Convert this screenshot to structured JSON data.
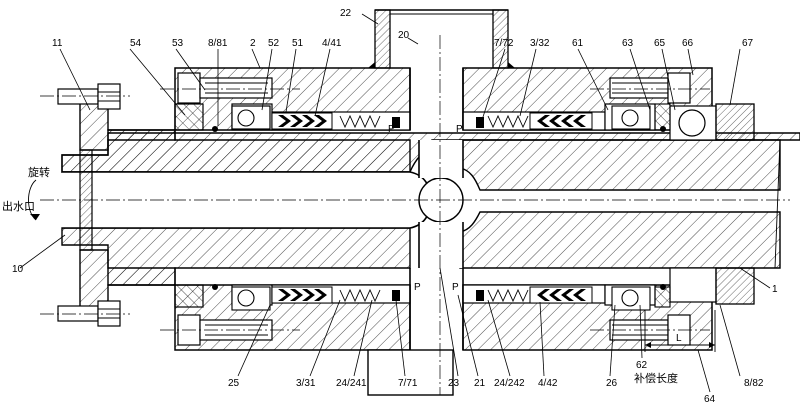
{
  "labels": {
    "n22": "22",
    "n20": "20",
    "n11": "11",
    "n54": "54",
    "n53": "53",
    "n8_81": "8/81",
    "n2": "2",
    "n52": "52",
    "n51": "51",
    "n4_41": "4/41",
    "n7_72": "7/72",
    "n3_32": "3/32",
    "n61": "61",
    "n63": "63",
    "n65": "65",
    "n66": "66",
    "n67": "67",
    "n10": "10",
    "n1": "1",
    "n25": "25",
    "n3_31": "3/31",
    "n24_241": "24/241",
    "n7_71": "7/71",
    "n23": "23",
    "n21": "21",
    "n24_242": "24/242",
    "n4_42": "4/42",
    "n26": "26",
    "n62": "62",
    "n64": "64",
    "n8_82": "8/82",
    "dim_L": "L",
    "p1": "P",
    "p2": "P",
    "p3": "P",
    "p4": "P"
  },
  "text": {
    "rotate": "旋转",
    "outlet": "出水口",
    "compensation": "补偿长度"
  }
}
